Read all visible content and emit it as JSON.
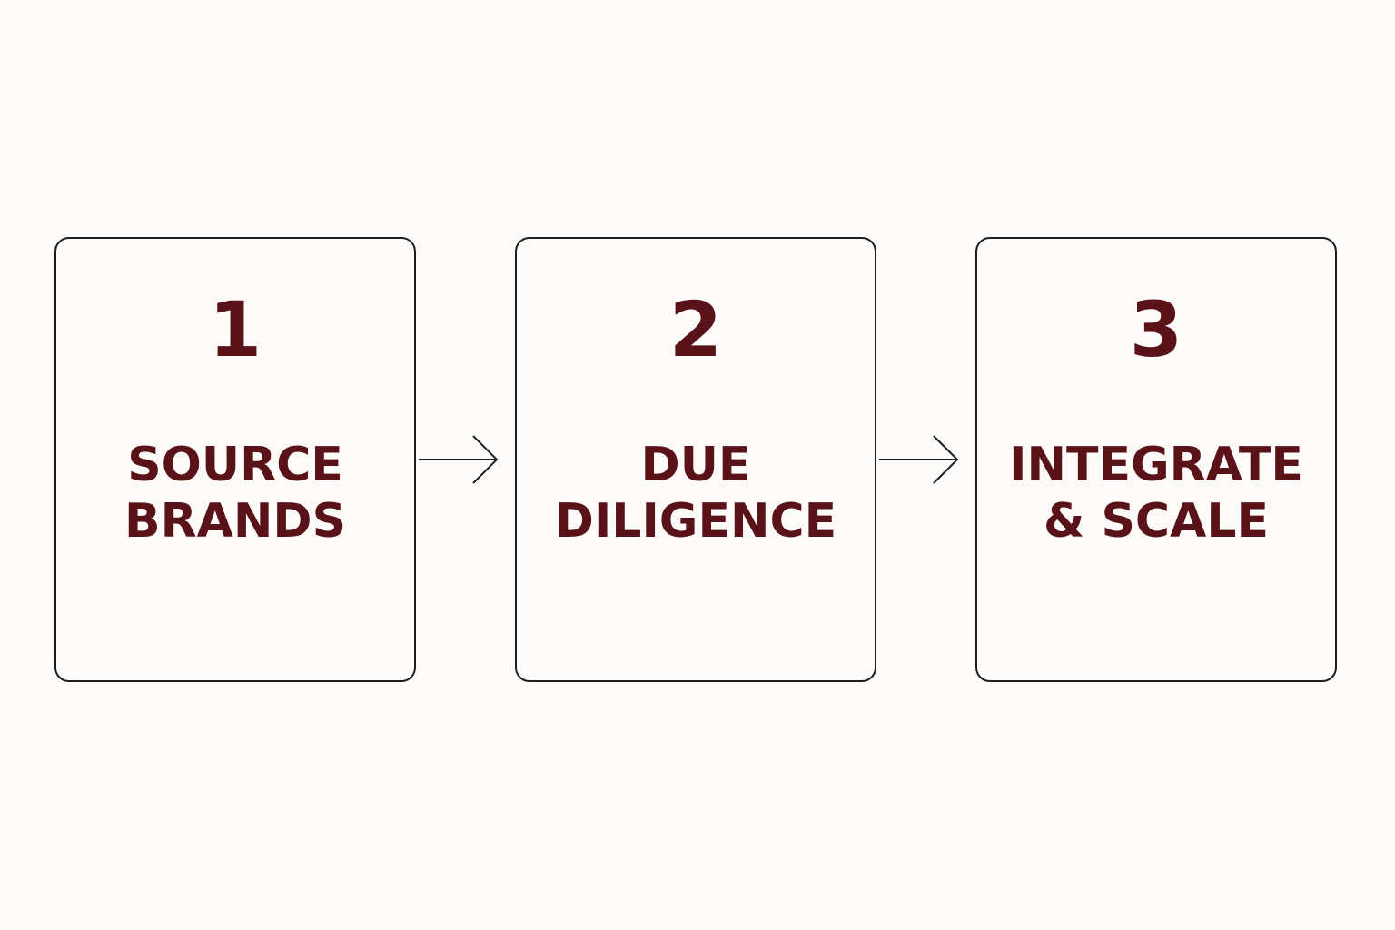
{
  "colors": {
    "background": "#fcfbf9",
    "text": "#5a1219",
    "border": "#1e1e1e"
  },
  "steps": [
    {
      "number": "1",
      "label_lines": [
        "SOURCE",
        "BRANDS"
      ]
    },
    {
      "number": "2",
      "label_lines": [
        "DUE",
        "DILIGENCE"
      ]
    },
    {
      "number": "3",
      "label_lines": [
        "INTEGRATE",
        "& SCALE"
      ]
    }
  ],
  "connectors": [
    {
      "from": "1",
      "to": "2",
      "icon": "arrow-right-icon"
    },
    {
      "from": "2",
      "to": "3",
      "icon": "arrow-right-icon"
    }
  ]
}
